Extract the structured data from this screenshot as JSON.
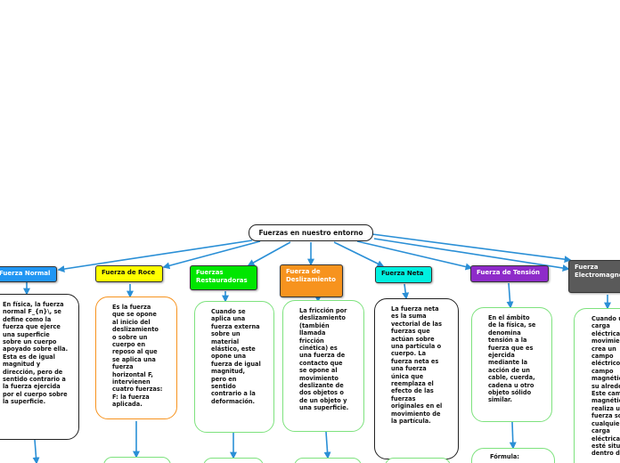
{
  "root": {
    "label": "Fuerzas en nuestro entorno"
  },
  "branches": [
    {
      "id": "normal",
      "label": "Fuerza Normal",
      "color": "#2196f3",
      "text_color": "#ffffff",
      "description": "En física, la fuerza normal F_{n}\\, se define como la fuerza que ejerce una superficie sobre un cuerpo apoyado sobre ella. Esta es de igual magnitud y dirección, pero de sentido contrario a la fuerza ejercida por el cuerpo sobre la superficie."
    },
    {
      "id": "roce",
      "label": "Fuerza de Roce",
      "color": "#ffff00",
      "text_color": "#111111",
      "description": "Es la fuerza que se opone al inicio del deslizamiento o sobre un cuerpo en reposo al que se aplica una fuerza horizontal F, intervienen cuatro fuerzas: F: la fuerza aplicada."
    },
    {
      "id": "restauradoras",
      "label": "Fuerzas Restauradoras",
      "color": "#00e600",
      "text_color": "#ffffff",
      "description": "Cuando se aplica una fuerza externa sobre un material elástico, este opone una fuerza de igual magnitud, pero en sentido contrario a la deformación."
    },
    {
      "id": "deslizamiento",
      "label": "Fuerza de Deslizamiento",
      "color": "#f7931e",
      "text_color": "#ffffff",
      "description": "La fricción por deslizamiento (también llamada fricción cinética) es una fuerza de contacto que se opone al movimiento deslizante de dos objetos o de un objeto y una superficie."
    },
    {
      "id": "neta",
      "label": "Fuerza Neta",
      "color": "#00f0e0",
      "text_color": "#111111",
      "description": "La fuerza neta es la suma vectorial de las fuerzas que actúan sobre una partícula o cuerpo. La fuerza neta es una fuerza única que reemplaza el efecto de las fuerzas originales en el movimiento de la partícula."
    },
    {
      "id": "tension",
      "label": "Fuerza de Tensión",
      "color": "#8e2bc9",
      "text_color": "#ffffff",
      "description": "En el ámbito de la física, se denomina tensión a la fuerza que es ejercida mediante la acción de un cable, cuerda, cadena u otro objeto sólido similar.",
      "extra": "Fórmula:"
    },
    {
      "id": "electromagnetica",
      "label": "Fuerza Electromagnética",
      "color": "#5a5a5a",
      "text_color": "#ffffff",
      "description": "Cuando una carga eléctrica en movimiento crea un campo eléctrico y un campo magnético a su alrededor. Este campo magnético realiza una fuerza sobre cualquier otra carga eléctrica que esté situada dentro de"
    }
  ]
}
